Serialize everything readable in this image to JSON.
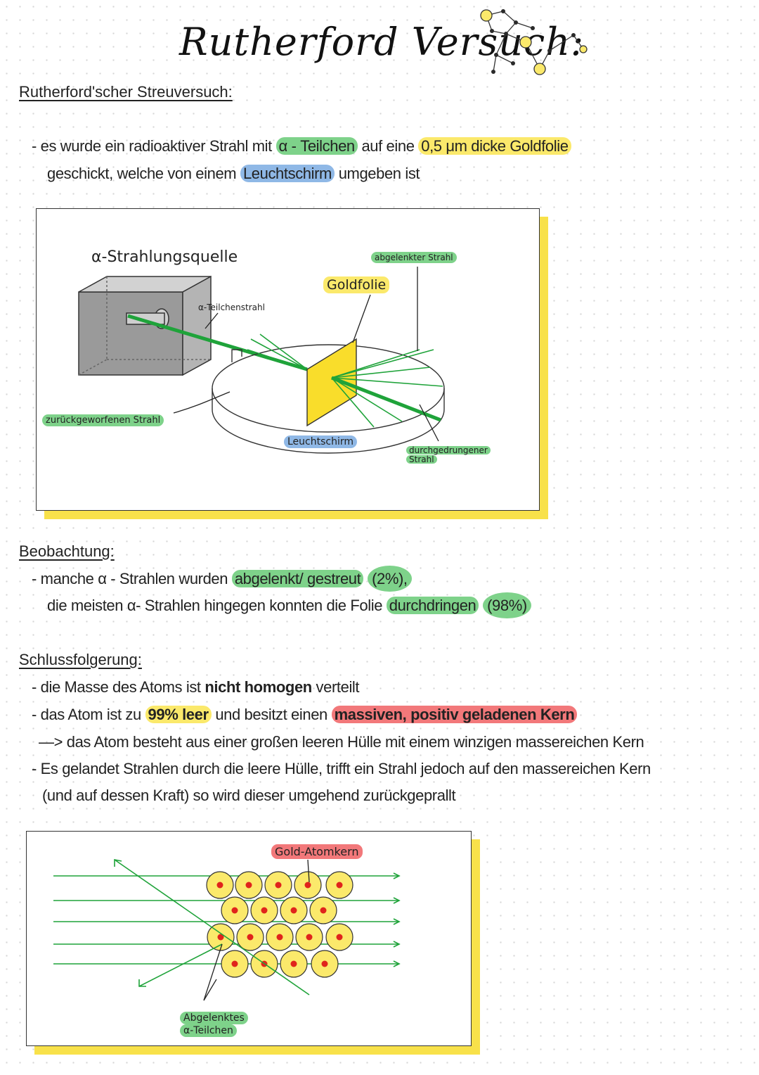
{
  "title": "Rutherford Versuch:",
  "section1": {
    "heading": "Rutherford'scher Streuversuch:",
    "line1": {
      "pre": "- es wurde ein radioaktiver Strahl mit ",
      "hl1": "α - Teilchen",
      "mid": " auf eine ",
      "hl2": "0,5 μm dicke Goldfolie"
    },
    "line2": {
      "pre": "geschickt, welche von einem ",
      "hl": "Leuchtschirm",
      "post": " umgeben ist"
    }
  },
  "diagram1": {
    "labels": {
      "source": "α-Strahlungsquelle",
      "beam": "α-Teilchenstrahl",
      "foil": "Goldfolie",
      "deflected": "abgelenkter Strahl",
      "reflected": "zurückgeworfenen Strahl",
      "screen": "Leuchtschirm",
      "passed1": "durchgedrungener",
      "passed2": "Strahl"
    }
  },
  "observation": {
    "heading": "Beobachtung:",
    "line1": {
      "pre": "- manche α - Strahlen wurden ",
      "hl": "abgelenkt/ gestreut",
      "pct": "(2%),"
    },
    "line2": {
      "pre": "die meisten α- Strahlen hingegen konnten die Folie ",
      "hl": "durchdringen",
      "pct": "(98%)"
    }
  },
  "conclusion": {
    "heading": "Schlussfolgerung:",
    "line1": {
      "pre": "- die Masse des Atoms ist ",
      "bold": "nicht homogen",
      "post": " verteilt"
    },
    "line2": {
      "pre": "- das Atom ist zu ",
      "hl1": "99% leer",
      "mid": " und besitzt einen ",
      "hl2": "massiven, positiv geladenen Kern"
    },
    "line3": "—> das Atom besteht aus einer großen leeren Hülle mit einem winzigen massereichen Kern",
    "line4": "- Es gelandet Strahlen durch die leere Hülle, trifft ein Strahl jedoch auf den massereichen Kern",
    "line5": "(und auf dessen Kraft) so wird dieser umgehend zurückgeprallt"
  },
  "diagram2": {
    "labels": {
      "nucleus": "Gold-Atomkern",
      "deflected1": "Abgelenktes",
      "deflected2": "α-Teilchen"
    }
  },
  "colors": {
    "green": "#7ed28a",
    "yellow": "#fbe96b",
    "blue": "#8fb8e6",
    "red": "#f2787a",
    "beam": "#1fa33a",
    "nucleus": "#e0241c"
  }
}
